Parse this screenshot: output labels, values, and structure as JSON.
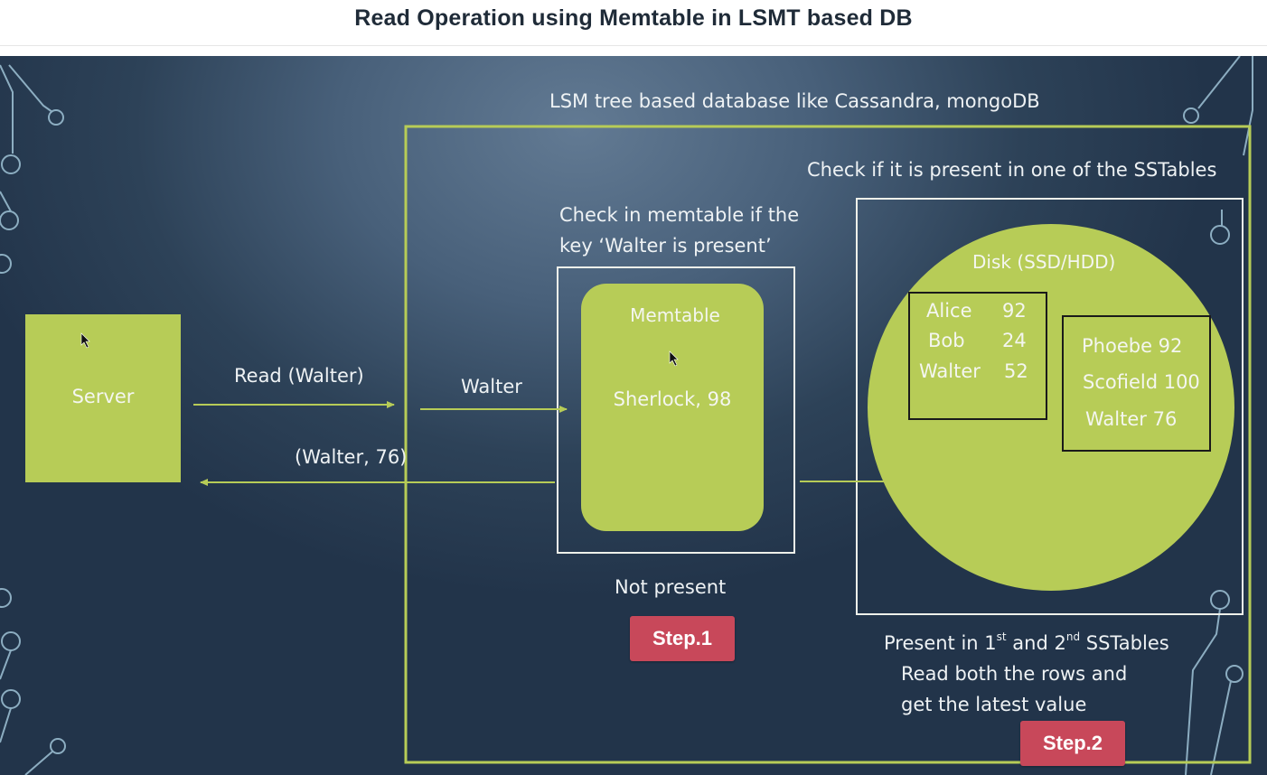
{
  "header": {
    "title": "Read Operation using Memtable in LSMT based DB"
  },
  "diagram": {
    "db_caption": "LSM tree based database like Cassandra, mongoDB",
    "server_label": "Server",
    "read_request": "Read (Walter)",
    "response": "(Walter, 76)",
    "forward_key": "Walter",
    "memtable_check_line1": "Check in memtable if the",
    "memtable_check_line2": "key ‘Walter is present’",
    "memtable_title": "Memtable",
    "memtable_entry": "Sherlock, 98",
    "not_present": "Not present",
    "sstable_check": "Check if it is present in one of the SSTables",
    "disk_label": "Disk (SSD/HDD)",
    "sstable1": [
      {
        "name": "Alice",
        "value": "92"
      },
      {
        "name": "Bob",
        "value": "24"
      },
      {
        "name": "Walter",
        "value": "52"
      }
    ],
    "sstable2": [
      {
        "text": "Phoebe 92"
      },
      {
        "text": "Scofield 100"
      },
      {
        "text": "Walter 76"
      }
    ],
    "present_pre": "Present in 1",
    "present_sup1": "st",
    "present_mid": " and 2",
    "present_sup2": "nd",
    "present_post": " SSTables",
    "read_both_line1": "Read both the rows and",
    "read_both_line2": "get the latest value"
  },
  "steps": {
    "step1": "Step.1",
    "step2": "Step.2"
  },
  "colors": {
    "accent_green": "#b7cc57",
    "step_badge": "#c8485a",
    "background": "#3b5168"
  }
}
